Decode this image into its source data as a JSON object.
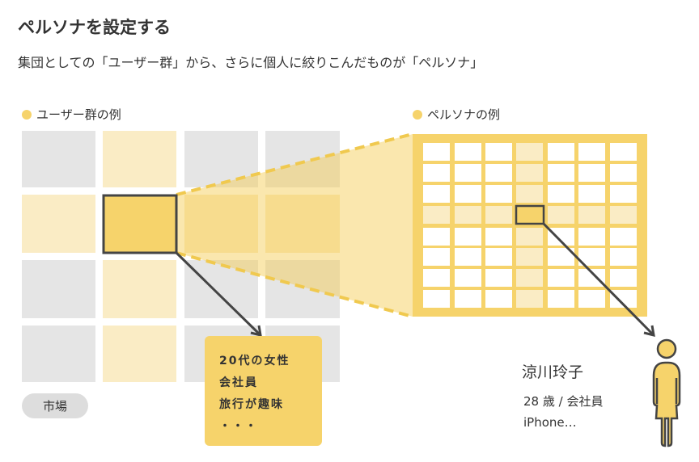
{
  "title": "ペルソナを設定する",
  "subtitle": "集団としての「ユーザー群」から、さらに個人に絞りこんだものが「ペルソナ」",
  "left_section": {
    "label": "ユーザー群の例",
    "market_label": "市場"
  },
  "segment_card": {
    "lines": [
      "20代の女性",
      "会社員",
      "旅行が趣味",
      "・・・"
    ]
  },
  "right_section": {
    "label": "ペルソナの例"
  },
  "persona": {
    "name": "涼川玲子",
    "line1": "28 歳 / 会社員",
    "line2": "iPhone…"
  },
  "colors": {
    "accent": "#f6d36b",
    "light": "#faecc5",
    "gray": "#e5e5e5",
    "dark": "#444444"
  }
}
